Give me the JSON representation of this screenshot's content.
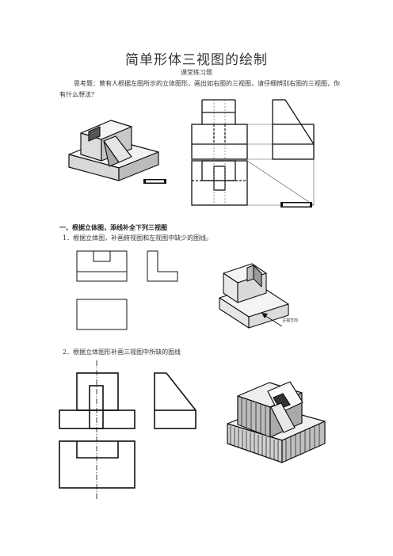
{
  "document": {
    "title": "简单形体三视图的绘制",
    "subtitle": "课堂练习题",
    "intro": "思考题：曾有人根据左图所示的立体图形，画出如右图的三视图，请仔细辨别右图的三视图，你有什么想法？",
    "section1_heading": "一、根据立体图，添线补全下列三视图",
    "item1": "1．根据立体图，补画俯视图和左视图中缺少的图线。",
    "item2": "2．根据立体图形补画三视图中所缺的图线",
    "view_direction_label": "主视方向"
  }
}
